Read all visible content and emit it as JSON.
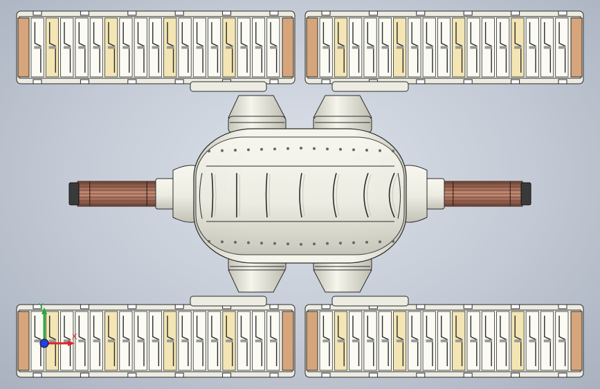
{
  "viewport": {
    "background_top": "#dde2ea",
    "background_bottom": "#a9b1bf"
  },
  "model": {
    "colors": {
      "body": "#ecece2",
      "body_shade": "#c7c7bb",
      "edge": "#2a2a2a",
      "tread_highlight": "#f3e6b4",
      "tread_end": "#d7a57c",
      "barrel": "#b77c66",
      "barrel_dark": "#6f4436"
    },
    "track_modules": 4,
    "tread_links_per_track": 17,
    "gun_barrels": 2
  },
  "triad": {
    "x_label": "X",
    "y_label": "Y",
    "x_color": "#e0242b",
    "y_color": "#1fae3a",
    "z_color": "#2040e0"
  }
}
